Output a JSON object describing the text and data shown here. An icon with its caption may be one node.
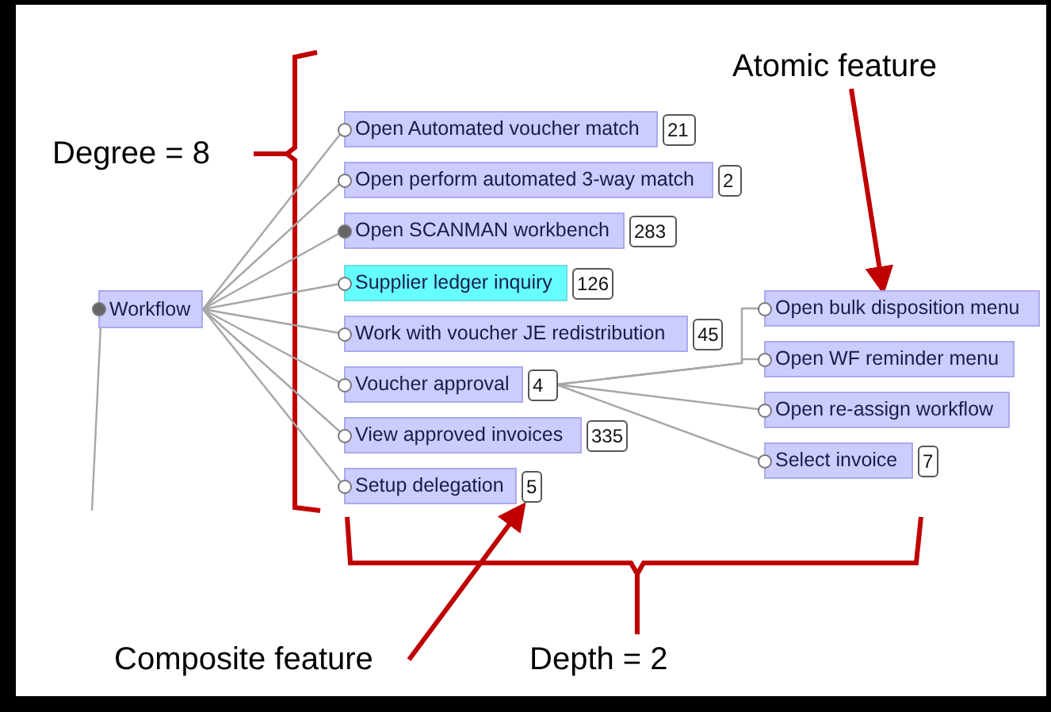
{
  "diagram": {
    "nodes": [
      {
        "text": [
          "Workflow"
        ]
      },
      {
        "text": [
          "Open Automated voucher match"
        ],
        "beside": [
          "21"
        ]
      },
      {
        "text": [
          "Open perform automated 3-way match"
        ],
        "beside": [
          "2"
        ]
      },
      {
        "text": [
          "Open SCANMAN workbench"
        ],
        "beside": [
          "283"
        ]
      },
      {
        "text": [
          "Supplier ledger inquiry"
        ],
        "beside": [
          "126"
        ]
      },
      {
        "text": [
          "Work with voucher JE redistribution"
        ],
        "beside": [
          "45"
        ]
      },
      {
        "text": [
          "Voucher approval"
        ],
        "beside": [
          "4"
        ]
      },
      {
        "text": [
          "View approved invoices"
        ],
        "beside": [
          "335"
        ]
      },
      {
        "text": [
          "Setup delegation"
        ],
        "beside": [
          "5"
        ]
      },
      {
        "text": [
          "Open bulk disposition menu"
        ]
      },
      {
        "text": [
          "Open WF reminder menu"
        ]
      },
      {
        "text": [
          "Open re-assign workflow"
        ]
      },
      {
        "text": [
          "Select invoice"
        ],
        "beside": [
          "7"
        ]
      },
      {
        "text": [
          "Atomic feature"
        ]
      },
      {
        "text": [
          "Composite feature"
        ]
      }
    ],
    "edges": [
      {
        "from": 0,
        "to": 1,
        "arrow": "none"
      },
      {
        "from": 0,
        "to": 2,
        "arrow": "none"
      },
      {
        "from": 0,
        "to": 3,
        "arrow": "none"
      },
      {
        "from": 0,
        "to": 4,
        "arrow": "none"
      },
      {
        "from": 0,
        "to": 5,
        "arrow": "none"
      },
      {
        "from": 0,
        "to": 6,
        "arrow": "none"
      },
      {
        "from": 0,
        "to": 7,
        "arrow": "none"
      },
      {
        "from": 0,
        "to": 8,
        "arrow": "none"
      },
      {
        "from": 0,
        "to": null,
        "arrow": "none"
      },
      {
        "from": 6,
        "to": 9,
        "arrow": "none"
      },
      {
        "from": 6,
        "to": 10,
        "arrow": "none"
      },
      {
        "from": 6,
        "to": 11,
        "arrow": "none"
      },
      {
        "from": 6,
        "to": 12,
        "arrow": "none"
      },
      {
        "from": 13,
        "to": 9,
        "arrow": "to",
        "style": "thick",
        "color": "#c00000"
      },
      {
        "from": 14,
        "to": 8,
        "arrow": "to",
        "style": "thick",
        "color": "#c00000"
      }
    ],
    "labels": [
      "Degree = 8",
      "Depth = 2"
    ]
  }
}
